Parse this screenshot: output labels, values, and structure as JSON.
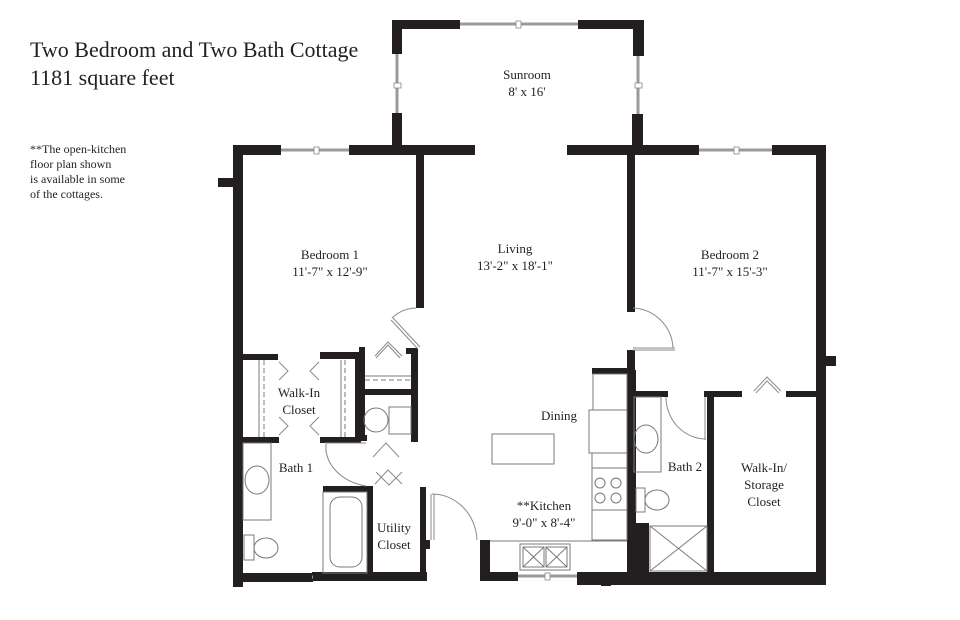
{
  "header": {
    "title": "Two Bedroom and Two Bath Cottage",
    "area": "1181 square feet"
  },
  "note": {
    "line1": "**The open-kitchen",
    "line2": "floor plan shown",
    "line3": "is available in some",
    "line4": "of the cottages."
  },
  "rooms": {
    "sunroom": {
      "name": "Sunroom",
      "size": "8' x 16'"
    },
    "bedroom1": {
      "name": "Bedroom 1",
      "size": "11'-7\" x 12'-9\""
    },
    "living": {
      "name": "Living",
      "size": "13'-2\" x 18'-1\""
    },
    "bedroom2": {
      "name": "Bedroom 2",
      "size": "11'-7\" x 15'-3\""
    },
    "walkin_closet": {
      "line1": "Walk-In",
      "line2": "Closet"
    },
    "bath1": {
      "name": "Bath 1"
    },
    "utility_closet": {
      "line1": "Utility",
      "line2": "Closet"
    },
    "dining": {
      "name": "Dining"
    },
    "kitchen": {
      "name": "**Kitchen",
      "size": "9'-0\" x 8'-4\""
    },
    "bath2": {
      "name": "Bath 2"
    },
    "walkin_storage": {
      "line1": "Walk-In/",
      "line2": "Storage",
      "line3": "Closet"
    }
  },
  "colors": {
    "wall": "#231f20",
    "fixture": "#7a7a7a",
    "window": "#9a9a9a",
    "background": "#ffffff"
  }
}
